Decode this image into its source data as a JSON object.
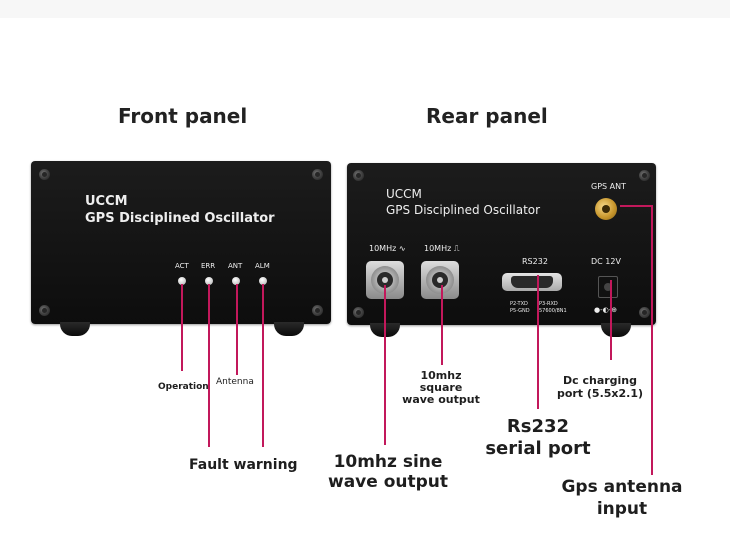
{
  "titles": {
    "front": "Front panel",
    "rear": "Rear panel"
  },
  "front": {
    "brand": "UCCM",
    "model": "GPS Disciplined Oscillator",
    "leds": [
      "ACT",
      "ERR",
      "ANT",
      "ALM"
    ]
  },
  "rear": {
    "brand": "UCCM",
    "model": "GPS Disciplined Oscillator",
    "sine_label": "10MHz ∿",
    "square_label": "10MHz ⎍",
    "rs232": "RS232",
    "pin_left": [
      "P2-TXD",
      "P5-GND"
    ],
    "pin_right": [
      "P3-RXD",
      "57600/8N1"
    ],
    "gps_ant": "GPS ANT",
    "dc": "DC 12V",
    "polarity": "●-◐-⊕"
  },
  "callouts": {
    "operation": "Operation",
    "antenna": "Antenna",
    "fault": "Fault warning",
    "square": [
      "10mhz",
      "square",
      "wave output"
    ],
    "sine": [
      "10mhz sine",
      "wave output"
    ],
    "rs232": [
      "Rs232",
      "serial port"
    ],
    "dc": [
      "Dc charging",
      "port (5.5x2.1)"
    ],
    "gps": [
      "Gps antenna",
      "input"
    ]
  },
  "colors": {
    "callout_line": "#c2185b",
    "panel": "#121212"
  }
}
